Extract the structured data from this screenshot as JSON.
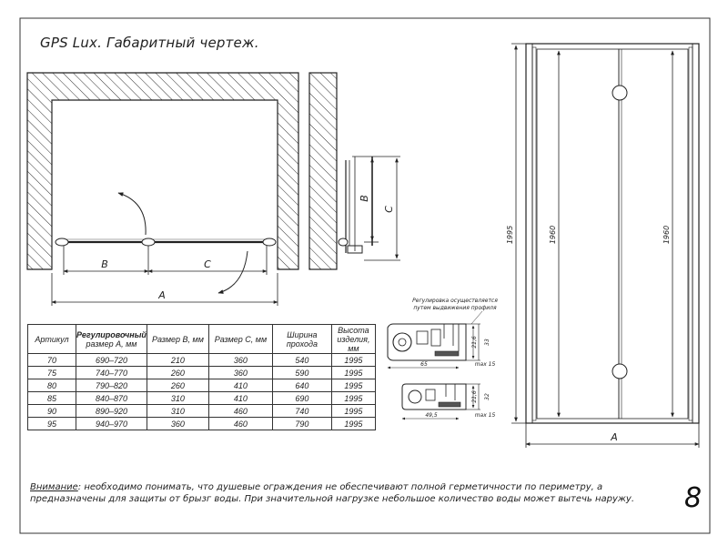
{
  "title": "GPS Lux. Габаритный чертеж.",
  "page_number": "8",
  "plan_view": {
    "dim_b": "B",
    "dim_c": "C",
    "dim_a": "A"
  },
  "side_view": {
    "dim_b": "B",
    "dim_c": "C"
  },
  "profile_detail": {
    "caption_line1": "Регулировка осуществляется",
    "caption_line2": "путем выдвижения профиля",
    "top": {
      "width": "65",
      "max": "max 15",
      "dim1": "21,6",
      "dim2": "33"
    },
    "bottom": {
      "width": "49,5",
      "max": "max 15",
      "dim1": "21,6",
      "dim2": "32"
    }
  },
  "front_view": {
    "total_height": "1995",
    "inner_height_left": "1960",
    "inner_height_right": "1960",
    "width_label": "A"
  },
  "table": {
    "headers": [
      {
        "line1": "Артикул",
        "line2": "",
        "line3": ""
      },
      {
        "line1": "Регулировочный",
        "line2": "размер А, мм",
        "line3": ""
      },
      {
        "line1": "Размер В, мм",
        "line2": "",
        "line3": ""
      },
      {
        "line1": "Размер С, мм",
        "line2": "",
        "line3": ""
      },
      {
        "line1": "Ширина",
        "line2": "прохода",
        "line3": ""
      },
      {
        "line1": "Высота",
        "line2": "изделия,",
        "line3": "мм"
      }
    ],
    "rows": [
      {
        "article": "70",
        "adjust": "690–720",
        "size_b": "210",
        "size_c": "360",
        "passage": "540",
        "height": "1995"
      },
      {
        "article": "75",
        "adjust": "740–770",
        "size_b": "260",
        "size_c": "360",
        "passage": "590",
        "height": "1995"
      },
      {
        "article": "80",
        "adjust": "790–820",
        "size_b": "260",
        "size_c": "410",
        "passage": "640",
        "height": "1995"
      },
      {
        "article": "85",
        "adjust": "840–870",
        "size_b": "310",
        "size_c": "410",
        "passage": "690",
        "height": "1995"
      },
      {
        "article": "90",
        "adjust": "890–920",
        "size_b": "310",
        "size_c": "460",
        "passage": "740",
        "height": "1995"
      },
      {
        "article": "95",
        "adjust": "940–970",
        "size_b": "360",
        "size_c": "460",
        "passage": "790",
        "height": "1995"
      }
    ]
  },
  "note": {
    "lead": "Внимание",
    "text": ": необходимо понимать, что душевые ограждения не обеспечивают полной герметичности по периметру, а предназначены для защиты от брызг воды. При значительной нагрузке небольшое количество воды может вытечь наружу."
  }
}
